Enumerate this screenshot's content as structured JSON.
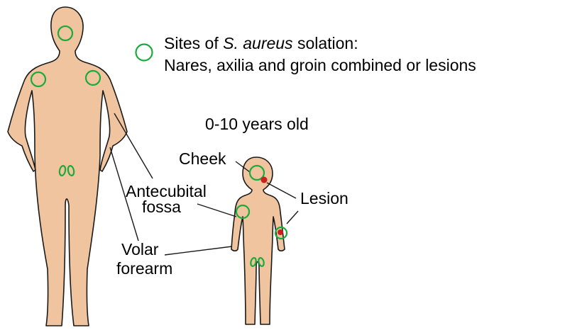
{
  "legend": {
    "line1_pre": "Sites of ",
    "line1_italic": "S. aureus",
    "line1_post": " solation:",
    "line2": "Nares, axilia and groin combined or lesions"
  },
  "age_label": "0-10 years old",
  "labels": {
    "cheek": "Cheek",
    "lesion": "Lesion",
    "antecubital_1": "Antecubital",
    "antecubital_2": "fossa",
    "volar_1": "Volar",
    "volar_2": "forearm"
  },
  "colors": {
    "skin": "#f0c49e",
    "outline": "#1a1a1a",
    "site_marker": "#1aab3c",
    "lesion": "#c8221e"
  }
}
